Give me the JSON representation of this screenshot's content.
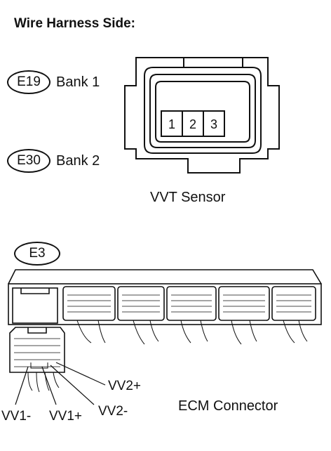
{
  "title": "Wire Harness Side:",
  "sensor_connectors": [
    {
      "code": "E19",
      "label": "Bank 1"
    },
    {
      "code": "E30",
      "label": "Bank 2"
    }
  ],
  "sensor_pins": [
    "1",
    "2",
    "3"
  ],
  "sensor_caption": "VVT Sensor",
  "ecm": {
    "code": "E3",
    "caption": "ECM Connector",
    "pins": [
      "VV2+",
      "VV1-",
      "VV1+",
      "VV2-"
    ]
  }
}
